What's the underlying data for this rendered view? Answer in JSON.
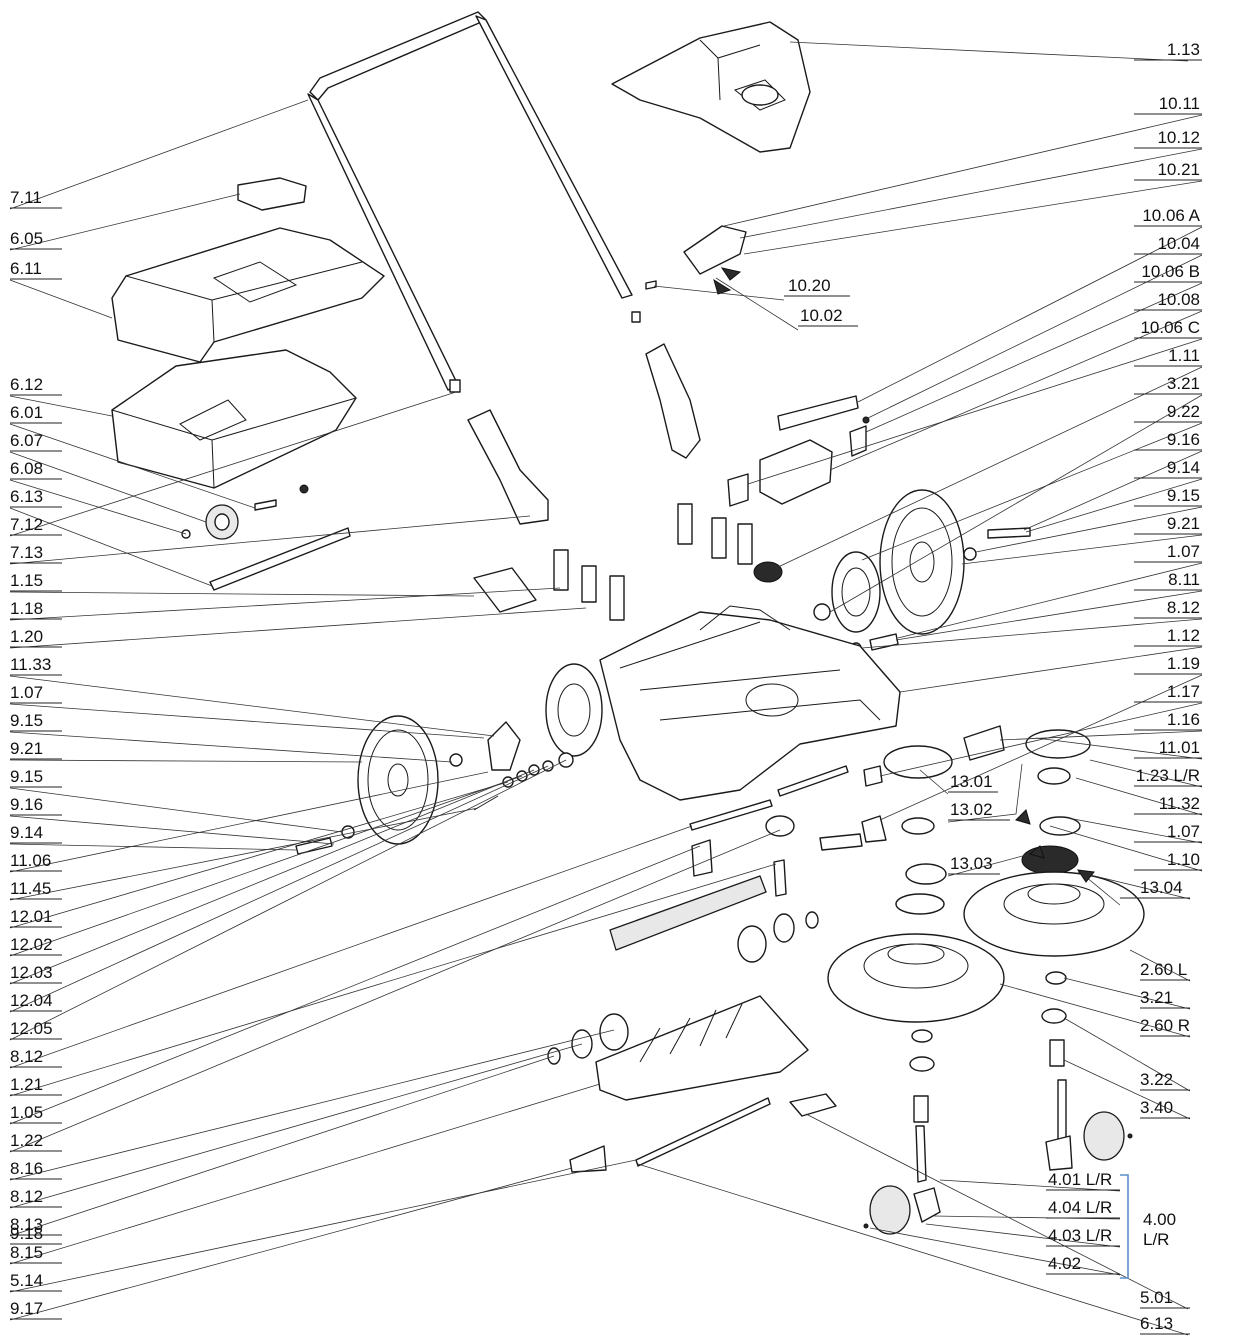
{
  "left_labels": [
    "7.11",
    "6.05",
    "6.11",
    "6.12",
    "6.01",
    "6.07",
    "6.08",
    "6.13",
    "7.12",
    "7.13",
    "1.15",
    "1.18",
    "1.20",
    "11.33",
    "1.07",
    "9.15",
    "9.21",
    "9.15",
    "9.16",
    "9.14",
    "11.06",
    "11.45",
    "12.01",
    "12.02",
    "12.03",
    "12.04",
    "12.05",
    "8.12",
    "1.21",
    "1.05",
    "1.22",
    "8.16",
    "8.12",
    "8.13",
    "8.15",
    "5.14",
    "9.17",
    "9.18"
  ],
  "right_labels": [
    "1.13",
    "10.11",
    "10.12",
    "10.21",
    "10.06 A",
    "10.04",
    "10.06 B",
    "10.08",
    "10.06 C",
    "1.11",
    "3.21",
    "9.22",
    "9.16",
    "9.14",
    "9.15",
    "9.21",
    "1.07",
    "8.11",
    "8.12",
    "1.12",
    "1.19",
    "1.17",
    "1.16",
    "11.01",
    "1.23 L/R",
    "11.32",
    "1.07",
    "1.10",
    "13.04",
    "2.60 L",
    "3.21",
    "2.60 R",
    "3.22",
    "3.40"
  ],
  "inner_labels": [
    "10.20",
    "10.02",
    "13.01",
    "13.02",
    "13.03"
  ],
  "group_labels": [
    "4.01 L/R",
    "4.04 L/R",
    "4.03 L/R",
    "4.02"
  ],
  "group_name": [
    "4.00",
    "L/R"
  ],
  "bottom_labels": [
    "5.01",
    "6.13"
  ],
  "colors": {
    "bracket": "#5b8ecb",
    "line": "#222222"
  }
}
